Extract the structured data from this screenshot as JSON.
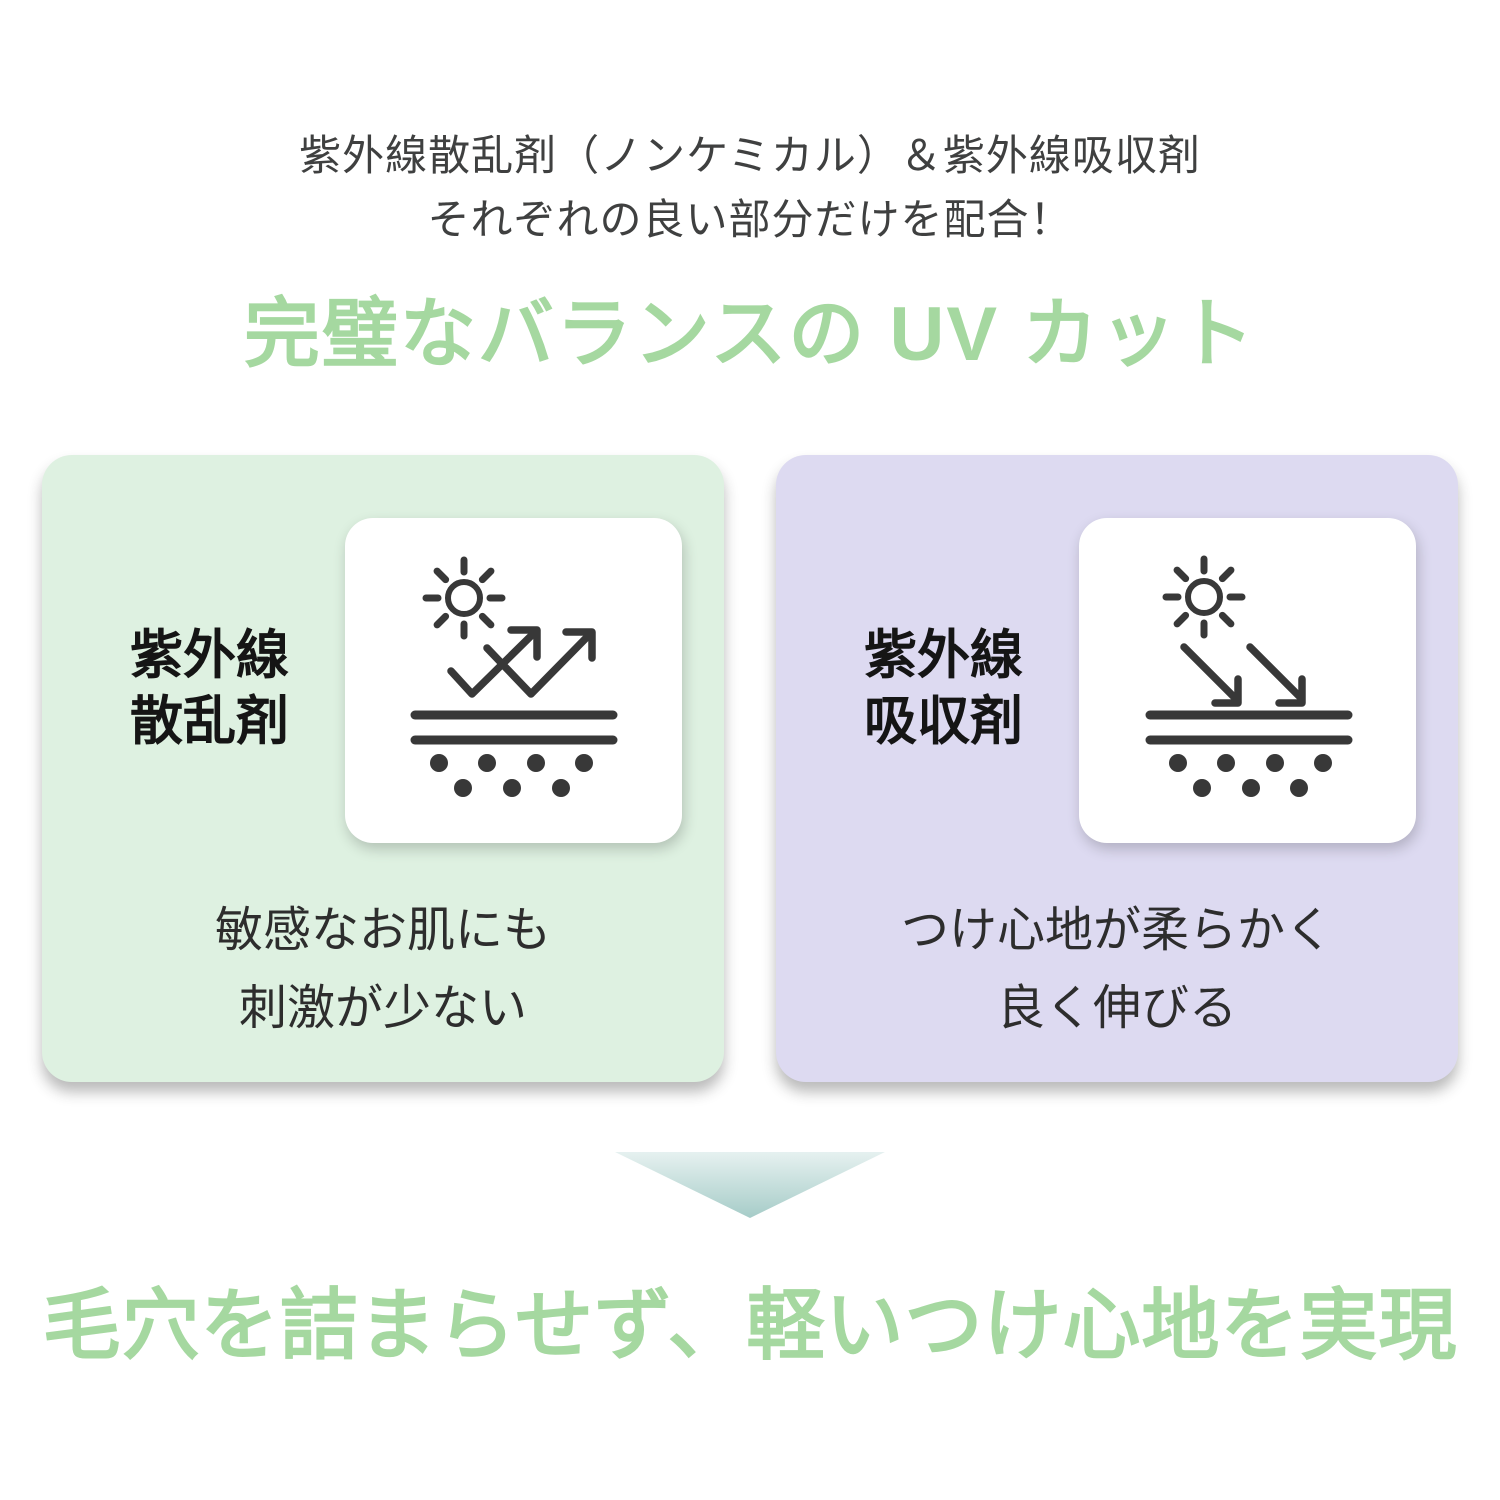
{
  "colors": {
    "accent_green_text": "#a5d8a0",
    "card_green_bg": "#def1e1",
    "card_purple_bg": "#dddaf1",
    "subtitle_text": "#3f4040",
    "label_text": "#151515",
    "desc_text": "#2d2d2d",
    "icon_stroke": "#383838",
    "arrow_gradient_top": "#e6f1f0",
    "arrow_gradient_bottom": "#a6ccc8"
  },
  "header": {
    "subtitle_line1": "紫外線散乱剤（ノンケミカル）＆紫外線吸収剤",
    "subtitle_line2": "それぞれの良い部分だけを配合！",
    "title": "完璧なバランスの UV カット"
  },
  "cards": [
    {
      "name": "uv-scattering-agent",
      "label_line1": "紫外線",
      "label_line2": "散乱剤",
      "icon": "sun-reflect-off-skin-icon",
      "desc_line1": "敏感なお肌にも",
      "desc_line2": "刺激が少ない",
      "bg": "#def1e1"
    },
    {
      "name": "uv-absorber-agent",
      "label_line1": "紫外線",
      "label_line2": "吸収剤",
      "icon": "sun-absorb-into-skin-icon",
      "desc_line1": "つけ心地が柔らかく",
      "desc_line2": "良く伸びる",
      "bg": "#dddaf1"
    }
  ],
  "footer": {
    "title": "毛穴を詰まらせず、軽いつけ心地を実現"
  }
}
